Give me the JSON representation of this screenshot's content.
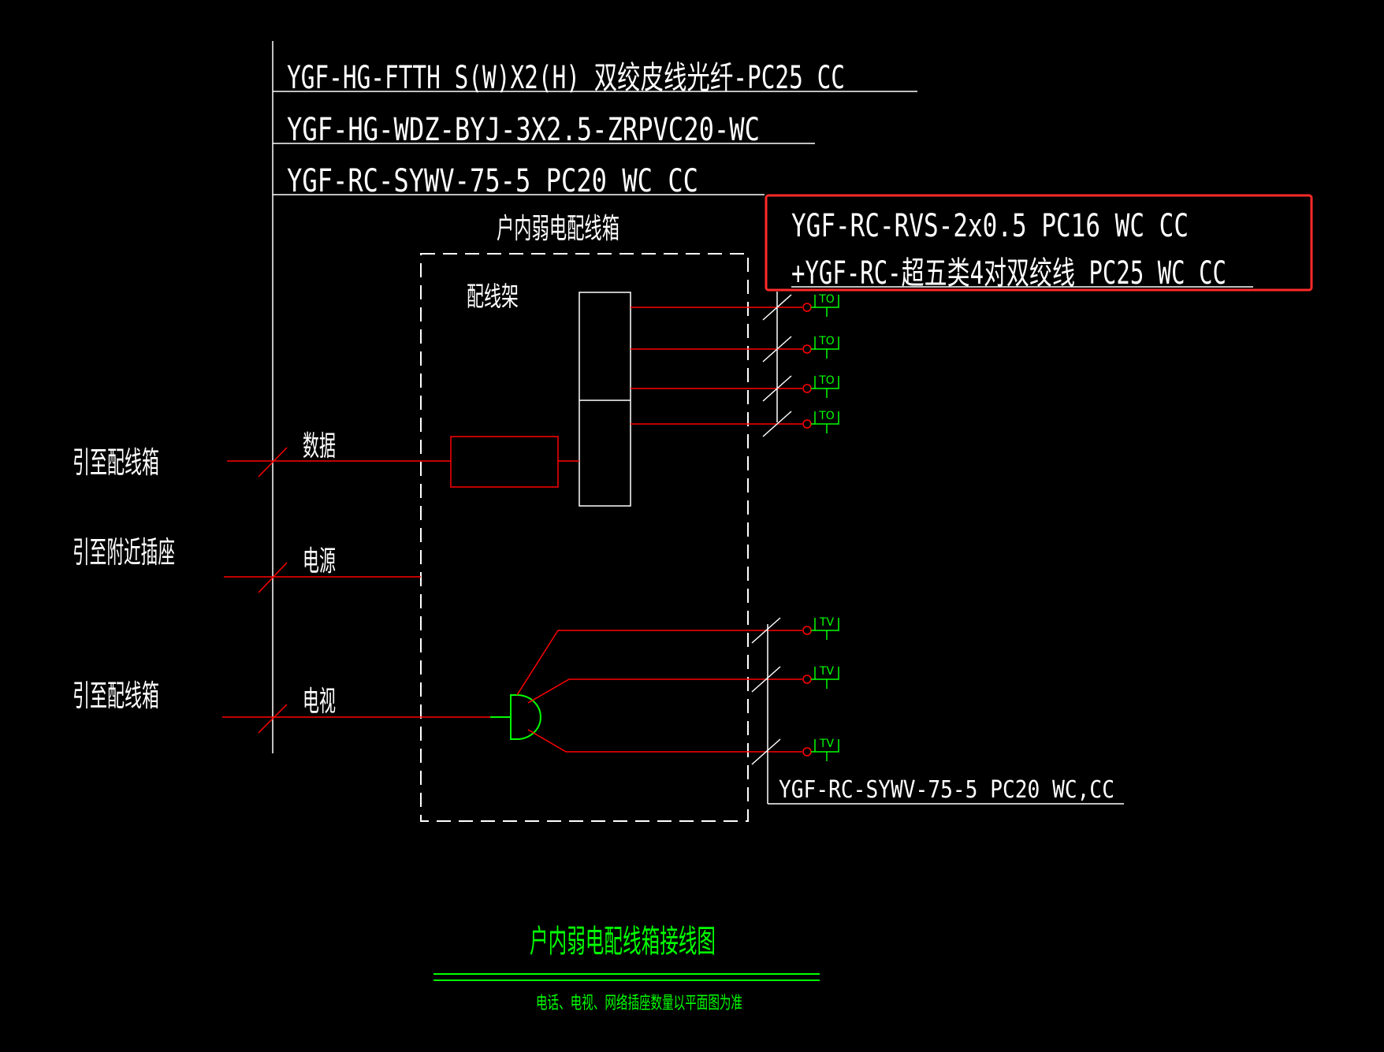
{
  "cable_labels": {
    "ftth": "YGF-HG-FTTH S(W)X2(H) 双绞皮线光纤-PC25  CC",
    "power": "YGF-HG-WDZ-BYJ-3X2.5-ZRPVC20-WC",
    "coax_in": "YGF-RC-SYWV-75-5 PC20 WC CC"
  },
  "highlight_box": {
    "line1": "YGF-RC-RVS-2x0.5 PC16 WC CC",
    "line2": "+YGF-RC-超五类4对双绞线 PC25 WC CC"
  },
  "box_title": "户内弱电配线箱",
  "patch_panel_label": "配线架",
  "left_labels": {
    "to_box_1": "引至配线箱",
    "to_socket": "引至附近插座",
    "to_box_2": "引至配线箱"
  },
  "line_labels": {
    "data": "数据",
    "power": "电源",
    "tv": "电视"
  },
  "outlet_tags": {
    "data": "TO",
    "tv": "TV"
  },
  "coax_out_label": "YGF-RC-SYWV-75-5 PC20 WC,CC",
  "drawing_title": "户内弱电配线箱接线图",
  "note": "电话、电视、网络插座数量以平面图为准",
  "colors": {
    "background": "#000000",
    "text": "#ffffff",
    "wire": "#ff0000",
    "symbol": "#00ff00",
    "highlight": "#ff2a2a"
  }
}
